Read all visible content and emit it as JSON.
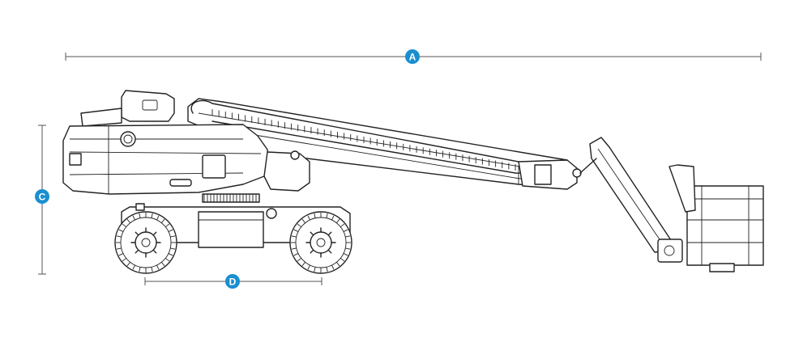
{
  "diagram": {
    "markers": {
      "A": {
        "label": "A",
        "color": "#1a8fd0"
      },
      "C": {
        "label": "C",
        "color": "#1a8fd0"
      },
      "D": {
        "label": "D",
        "color": "#1a8fd0"
      }
    },
    "line_color": "#555555",
    "ink_color": "#222222"
  }
}
